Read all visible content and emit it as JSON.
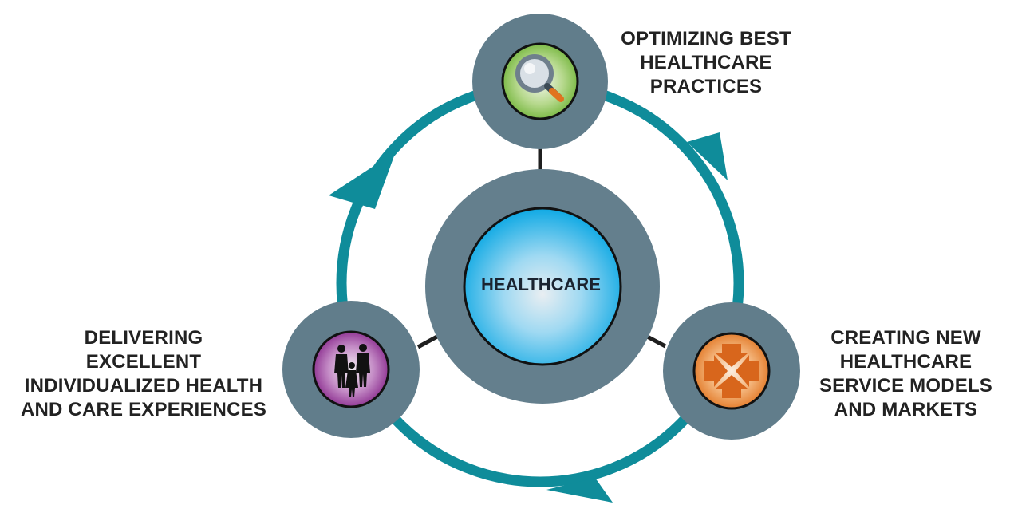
{
  "center": {
    "label": "HEALTHCARE"
  },
  "nodes": {
    "top": {
      "icon": "magnifying-glass-icon",
      "lines": [
        "OPTIMIZING BEST",
        "HEALTHCARE",
        "PRACTICES"
      ]
    },
    "left": {
      "icon": "people-icon",
      "lines": [
        "DELIVERING",
        "EXCELLENT",
        "INDIVIDUALIZED HEALTH",
        "AND CARE EXPERIENCES"
      ]
    },
    "right": {
      "icon": "converging-arrows-icon",
      "lines": [
        "CREATING NEW",
        "HEALTHCARE",
        "SERVICE MODELS",
        "AND MARKETS"
      ]
    }
  },
  "colors": {
    "ring": "#0f8c9a",
    "node_outer": "#617d8b",
    "center_outer": "#647f8d",
    "center_inner": "#16aee6",
    "connector": "#1f1f1f",
    "top_icon": "#7cbc3e",
    "left_icon": "#8a2a8c",
    "right_icon": "#e06b22",
    "text": "#222222"
  }
}
